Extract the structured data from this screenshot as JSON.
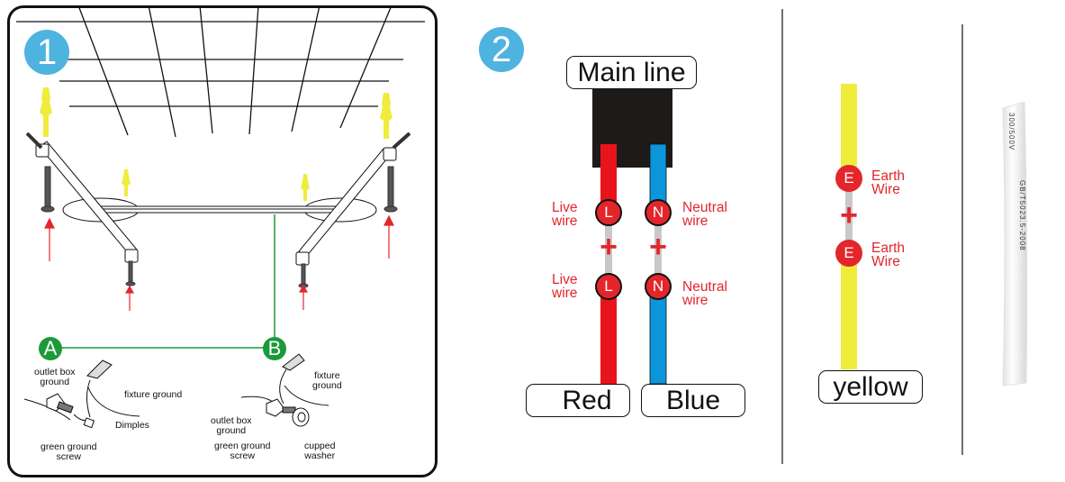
{
  "panel1": {
    "step_number": "1",
    "ground_a": {
      "badge": "A",
      "labels": {
        "outlet_box_ground": "outlet box\nground",
        "fixture_ground": "fixture ground",
        "dimples": "Dimples",
        "green_ground_screw": "green ground\nscrew"
      }
    },
    "ground_b": {
      "badge": "B",
      "labels": {
        "fixture_ground": "fixture\nground",
        "outlet_box_ground": "outlet box\nground",
        "green_ground_screw": "green ground\nscrew",
        "cupped_washer": "cupped\nwasher"
      }
    },
    "colors": {
      "badge": "#4fb3e0",
      "ground": "#1a9a3a",
      "anchor": "#f0ec3c",
      "arrow": "#e3262b"
    }
  },
  "panel2": {
    "step_number": "2",
    "main_line_label": "Main line",
    "live": {
      "terminal": "L",
      "text_top": "Live\nwire",
      "text_bottom": "Live\nwire",
      "color_label": "Red",
      "color": "#e8141c"
    },
    "neutral": {
      "terminal": "N",
      "text_top": "Neutral\nwire",
      "text_bottom": "Neutral\nwire",
      "color_label": "Blue",
      "color": "#0b96dc"
    },
    "earth": {
      "terminal": "E",
      "text_top": "Earth\nWire",
      "text_bottom": "Earth\nWire",
      "color_label": "yellow",
      "color": "#f0ec3c"
    },
    "plus_sign": "+",
    "cable_print": {
      "rating": "300/500V",
      "standard": "GB/T5023.5-2008"
    },
    "colors": {
      "terminal": "#e3262b",
      "wire_text": "#e3262b",
      "connector": "#c8c8c8",
      "main_block": "#1e1a18"
    }
  }
}
